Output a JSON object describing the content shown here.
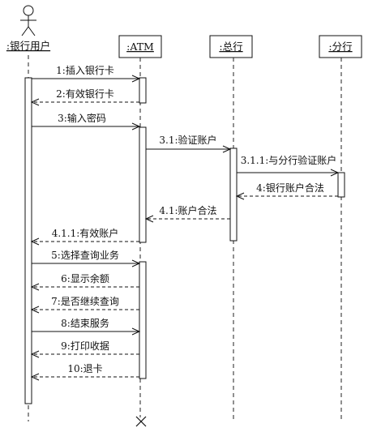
{
  "participants": [
    {
      "id": "user",
      "name": ":银行用户",
      "kind": "actor"
    },
    {
      "id": "atm",
      "name": ":ATM",
      "kind": "object"
    },
    {
      "id": "hq",
      "name": ":总行",
      "kind": "object"
    },
    {
      "id": "branch",
      "name": ":分行",
      "kind": "object"
    }
  ],
  "messages": [
    {
      "label": "1:插入银行卡",
      "from": "user",
      "to": "atm",
      "kind": "call"
    },
    {
      "label": "2:有效银行卡",
      "from": "atm",
      "to": "user",
      "kind": "return"
    },
    {
      "label": "3:输入密码",
      "from": "user",
      "to": "atm",
      "kind": "call"
    },
    {
      "label": "3.1:验证账户",
      "from": "atm",
      "to": "hq",
      "kind": "call"
    },
    {
      "label": "3.1.1:与分行验证账户",
      "from": "hq",
      "to": "branch",
      "kind": "call"
    },
    {
      "label": "4:银行账户合法",
      "from": "branch",
      "to": "hq",
      "kind": "return"
    },
    {
      "label": "4.1:账户合法",
      "from": "hq",
      "to": "atm",
      "kind": "return"
    },
    {
      "label": "4.1.1:有效账户",
      "from": "atm",
      "to": "user",
      "kind": "return"
    },
    {
      "label": "5:选择查询业务",
      "from": "user",
      "to": "atm",
      "kind": "call"
    },
    {
      "label": "6:显示余额",
      "from": "atm",
      "to": "user",
      "kind": "return"
    },
    {
      "label": "7:是否继续查询",
      "from": "atm",
      "to": "user",
      "kind": "return"
    },
    {
      "label": "8:结束服务",
      "from": "user",
      "to": "atm",
      "kind": "call"
    },
    {
      "label": "9:打印收据",
      "from": "atm",
      "to": "user",
      "kind": "return"
    },
    {
      "label": "10:退卡",
      "from": "atm",
      "to": "user",
      "kind": "return"
    }
  ],
  "destruction": {
    "participant": "atm",
    "icon": "destroy-x-icon"
  }
}
